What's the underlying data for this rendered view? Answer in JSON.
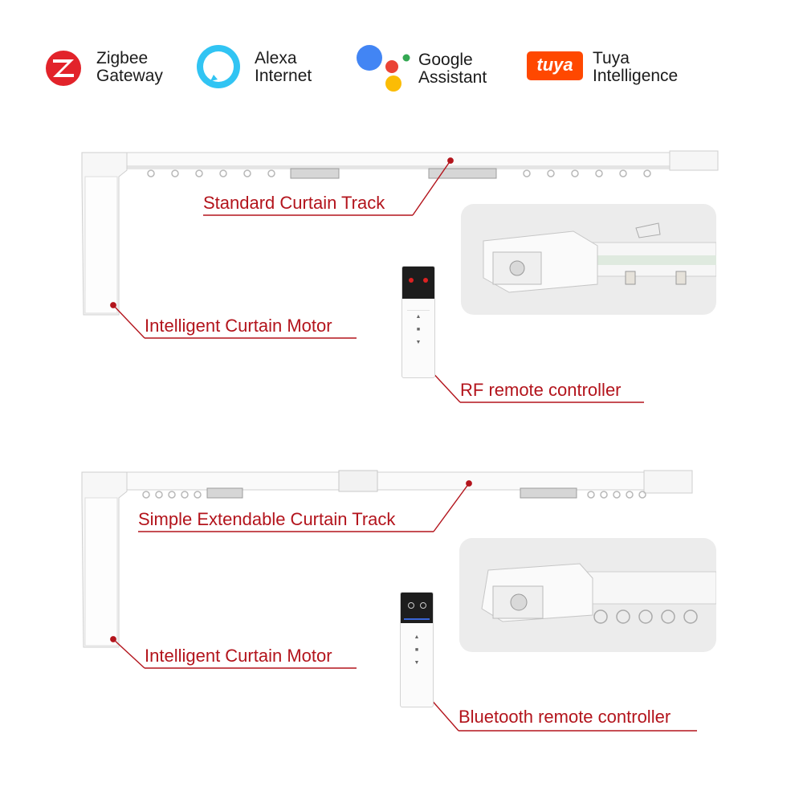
{
  "platforms": [
    {
      "line1": "Zigbee",
      "line2": "Gateway",
      "icon": "zigbee-logo-icon"
    },
    {
      "line1": "Alexa",
      "line2": "Internet",
      "icon": "alexa-ring-icon"
    },
    {
      "line1": "Google",
      "line2": "Assistant",
      "icon": "google-assistant-dots-icon"
    },
    {
      "line1": "Tuya",
      "line2": "Intelligence",
      "icon": "tuya-logo-icon",
      "badge_text": "tuya"
    }
  ],
  "section1": {
    "track_label": "Standard Curtain Track",
    "motor_label": "Intelligent Curtain Motor",
    "remote_label": "RF remote controller"
  },
  "section2": {
    "track_label": "Simple Extendable Curtain Track",
    "motor_label": "Intelligent Curtain Motor",
    "remote_label": "Bluetooth remote controller"
  },
  "colors": {
    "callout_red": "#b3141c",
    "zigbee_red": "#e2232a",
    "alexa_cyan": "#31c4f3",
    "google_blue": "#4285f4",
    "google_red": "#ea4335",
    "google_yellow": "#fbbc05",
    "google_green": "#34a853",
    "tuya_orange": "#ff4800"
  }
}
